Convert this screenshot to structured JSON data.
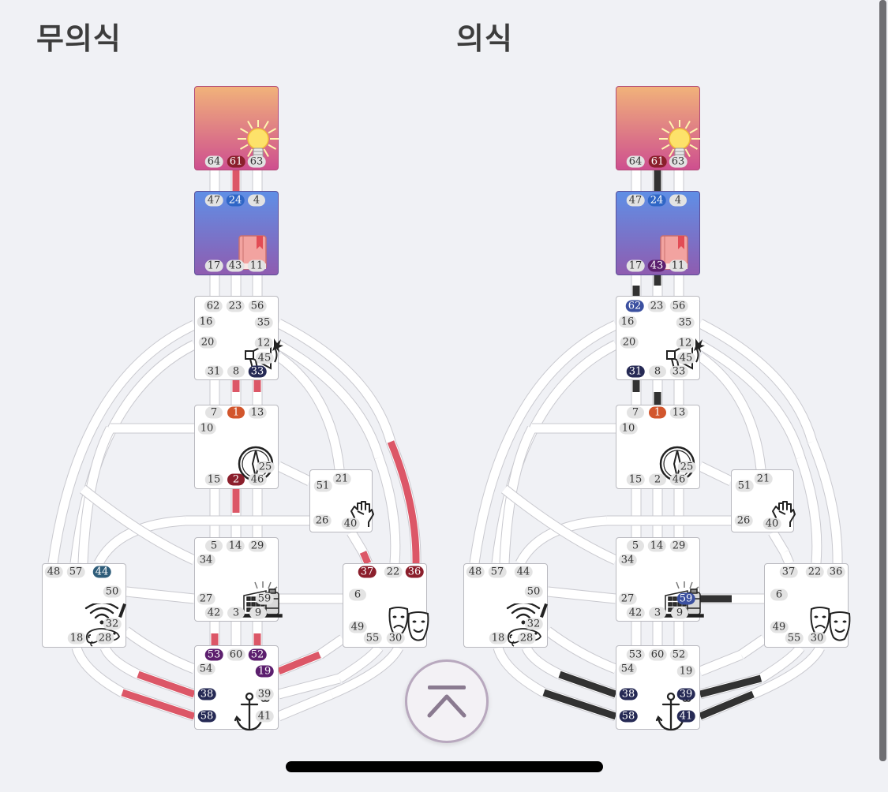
{
  "titles": {
    "unconscious": "무의식",
    "conscious": "의식"
  },
  "colors": {
    "channel": "#ffffff",
    "channel_outline": "#c9c9cf",
    "unconscious_channel": "#dc5767",
    "conscious_channel": "#323232"
  },
  "icons": {
    "head": "lightbulb-icon",
    "ajna": "book-icon",
    "throat": "megaphone-icon",
    "g": "compass-icon",
    "heart": "fist-icon",
    "sacral": "battery-factory-icon",
    "spleen": "chameleon-icon",
    "solar": "theater-masks-icon",
    "root": "anchor-icon",
    "scroll_top": "chevron-up-icon"
  },
  "charts": [
    {
      "id": "unconscious",
      "highlight_color": "#dc5767",
      "centers": {
        "head": {
          "gates": [
            {
              "n": "64"
            },
            {
              "n": "61",
              "c": "#8b1f2c"
            },
            {
              "n": "63"
            }
          ]
        },
        "ajna": {
          "gates": [
            {
              "n": "47"
            },
            {
              "n": "24",
              "c": "#2f66c6"
            },
            {
              "n": "4"
            },
            {
              "n": "17"
            },
            {
              "n": "43"
            },
            {
              "n": "11"
            }
          ]
        },
        "throat": {
          "gates": [
            {
              "n": "62"
            },
            {
              "n": "23"
            },
            {
              "n": "56"
            },
            {
              "n": "16"
            },
            {
              "n": "35"
            },
            {
              "n": "20"
            },
            {
              "n": "12"
            },
            {
              "n": "45"
            },
            {
              "n": "31"
            },
            {
              "n": "8"
            },
            {
              "n": "33",
              "c": "#262a55"
            }
          ]
        },
        "g": {
          "gates": [
            {
              "n": "7"
            },
            {
              "n": "1",
              "c": "#d2562d"
            },
            {
              "n": "13"
            },
            {
              "n": "10"
            },
            {
              "n": "25"
            },
            {
              "n": "15"
            },
            {
              "n": "2",
              "c": "#8b1f2c"
            },
            {
              "n": "46"
            }
          ]
        },
        "heart": {
          "gates": [
            {
              "n": "21"
            },
            {
              "n": "51"
            },
            {
              "n": "26"
            },
            {
              "n": "40"
            }
          ]
        },
        "sacral": {
          "gates": [
            {
              "n": "5"
            },
            {
              "n": "14"
            },
            {
              "n": "29"
            },
            {
              "n": "34"
            },
            {
              "n": "27"
            },
            {
              "n": "59"
            },
            {
              "n": "42"
            },
            {
              "n": "3"
            },
            {
              "n": "9"
            }
          ]
        },
        "spleen": {
          "gates": [
            {
              "n": "48"
            },
            {
              "n": "57"
            },
            {
              "n": "44",
              "c": "#2f5d7a"
            },
            {
              "n": "50"
            },
            {
              "n": "32"
            },
            {
              "n": "18"
            },
            {
              "n": "28"
            }
          ]
        },
        "solar": {
          "gates": [
            {
              "n": "37",
              "c": "#8b1f2c"
            },
            {
              "n": "22"
            },
            {
              "n": "36",
              "c": "#8b1f2c"
            },
            {
              "n": "6"
            },
            {
              "n": "49"
            },
            {
              "n": "55"
            },
            {
              "n": "30"
            }
          ]
        },
        "root": {
          "gates": [
            {
              "n": "53",
              "c": "#5c1f6e"
            },
            {
              "n": "60"
            },
            {
              "n": "52",
              "c": "#5c1f6e"
            },
            {
              "n": "54"
            },
            {
              "n": "19",
              "c": "#5c1f6e"
            },
            {
              "n": "38",
              "c": "#262a55"
            },
            {
              "n": "39"
            },
            {
              "n": "58",
              "c": "#262a55"
            },
            {
              "n": "41"
            }
          ]
        }
      },
      "active_channels": [
        {
          "ch": "61-24",
          "part": "full"
        },
        {
          "ch": "8-1",
          "part": "a"
        },
        {
          "ch": "33-13",
          "part": "a"
        },
        {
          "ch": "2-14",
          "part": "a"
        },
        {
          "ch": "34-44",
          "part": "b"
        },
        {
          "ch": "35-36",
          "part": "b"
        },
        {
          "ch": "40-37",
          "part": "b"
        },
        {
          "ch": "53-42",
          "part": "a"
        },
        {
          "ch": "52-9",
          "part": "a"
        },
        {
          "ch": "19-49",
          "part": "a"
        },
        {
          "ch": "38-28",
          "part": "a"
        },
        {
          "ch": "58-18",
          "part": "a"
        }
      ]
    },
    {
      "id": "conscious",
      "highlight_color": "#323232",
      "centers": {
        "head": {
          "gates": [
            {
              "n": "64"
            },
            {
              "n": "61",
              "c": "#8b1f2c"
            },
            {
              "n": "63"
            }
          ]
        },
        "ajna": {
          "gates": [
            {
              "n": "47"
            },
            {
              "n": "24",
              "c": "#2f66c6"
            },
            {
              "n": "4"
            },
            {
              "n": "17"
            },
            {
              "n": "43",
              "c": "#5c1f6e"
            },
            {
              "n": "11"
            }
          ]
        },
        "throat": {
          "gates": [
            {
              "n": "62",
              "c": "#3b50a0"
            },
            {
              "n": "23"
            },
            {
              "n": "56"
            },
            {
              "n": "16"
            },
            {
              "n": "35"
            },
            {
              "n": "20"
            },
            {
              "n": "12"
            },
            {
              "n": "45"
            },
            {
              "n": "31",
              "c": "#262a55"
            },
            {
              "n": "8"
            },
            {
              "n": "33"
            }
          ]
        },
        "g": {
          "gates": [
            {
              "n": "7"
            },
            {
              "n": "1",
              "c": "#d2562d"
            },
            {
              "n": "13"
            },
            {
              "n": "10"
            },
            {
              "n": "25"
            },
            {
              "n": "15"
            },
            {
              "n": "2"
            },
            {
              "n": "46"
            }
          ]
        },
        "heart": {
          "gates": [
            {
              "n": "21"
            },
            {
              "n": "51"
            },
            {
              "n": "26"
            },
            {
              "n": "40"
            }
          ]
        },
        "sacral": {
          "gates": [
            {
              "n": "5"
            },
            {
              "n": "14"
            },
            {
              "n": "29"
            },
            {
              "n": "34"
            },
            {
              "n": "27"
            },
            {
              "n": "59",
              "c": "#3b50a0"
            },
            {
              "n": "42"
            },
            {
              "n": "3"
            },
            {
              "n": "9"
            }
          ]
        },
        "spleen": {
          "gates": [
            {
              "n": "48"
            },
            {
              "n": "57"
            },
            {
              "n": "44"
            },
            {
              "n": "50"
            },
            {
              "n": "32"
            },
            {
              "n": "18"
            },
            {
              "n": "28"
            }
          ]
        },
        "solar": {
          "gates": [
            {
              "n": "37"
            },
            {
              "n": "22"
            },
            {
              "n": "36"
            },
            {
              "n": "6"
            },
            {
              "n": "49"
            },
            {
              "n": "55"
            },
            {
              "n": "30"
            }
          ]
        },
        "root": {
          "gates": [
            {
              "n": "53"
            },
            {
              "n": "60"
            },
            {
              "n": "52"
            },
            {
              "n": "54"
            },
            {
              "n": "19"
            },
            {
              "n": "38",
              "c": "#262a55"
            },
            {
              "n": "39",
              "c": "#262a55"
            },
            {
              "n": "58",
              "c": "#262a55"
            },
            {
              "n": "41",
              "c": "#262a55"
            }
          ]
        }
      },
      "active_channels": [
        {
          "ch": "61-24",
          "part": "full"
        },
        {
          "ch": "43-23",
          "part": "a"
        },
        {
          "ch": "17-62",
          "part": "b"
        },
        {
          "ch": "31-7",
          "part": "a"
        },
        {
          "ch": "8-1",
          "part": "b"
        },
        {
          "ch": "59-6",
          "part": "a"
        },
        {
          "ch": "38-28",
          "part": "a"
        },
        {
          "ch": "58-18",
          "part": "a"
        },
        {
          "ch": "39-55",
          "part": "a"
        },
        {
          "ch": "41-30",
          "part": "a"
        }
      ]
    }
  ]
}
